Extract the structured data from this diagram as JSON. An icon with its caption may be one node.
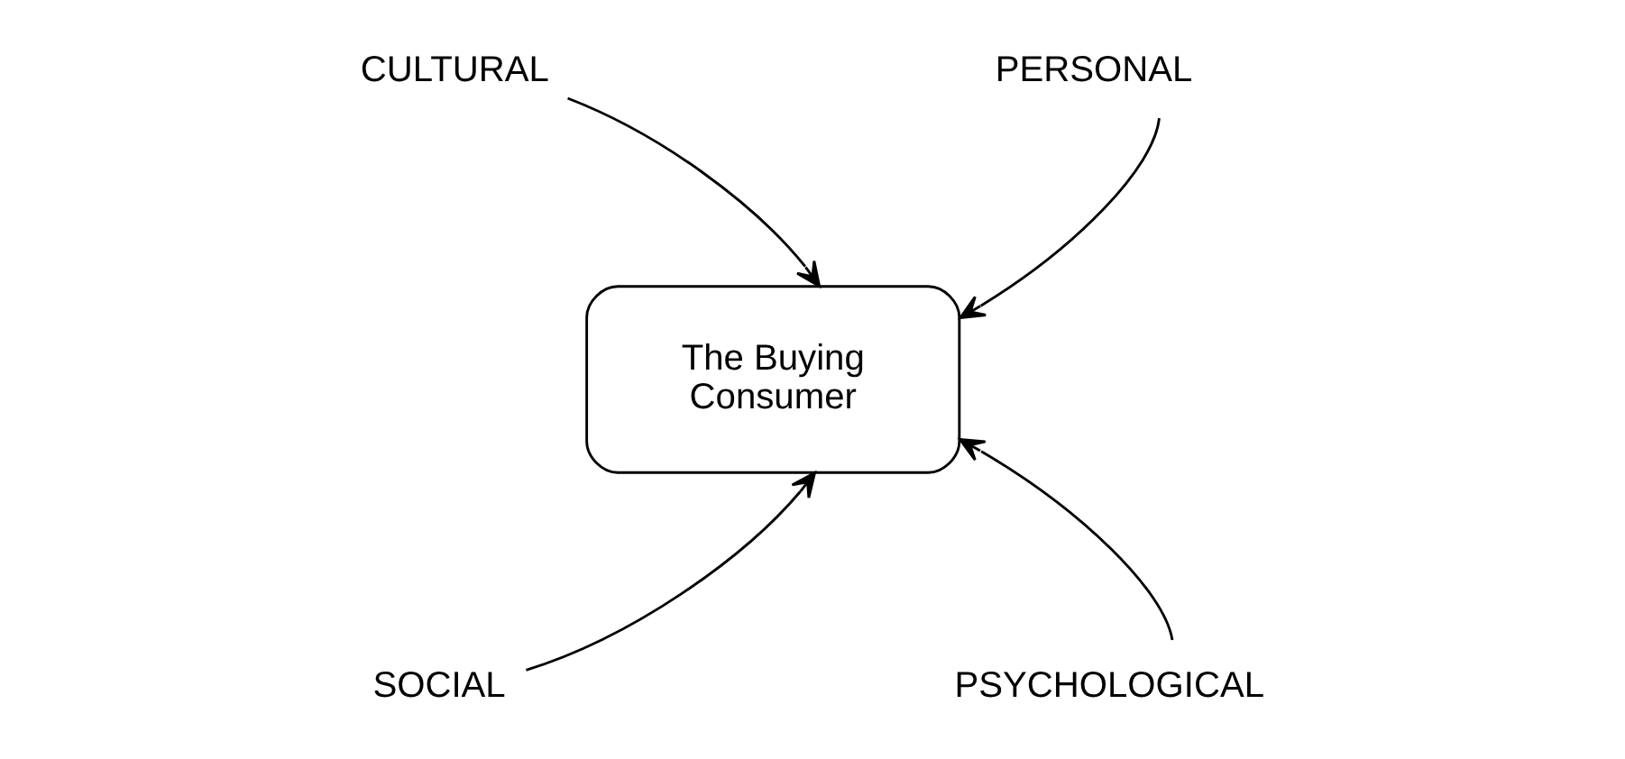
{
  "diagram": {
    "nodes": [
      {
        "text": [
          "CULTURAL"
        ]
      },
      {
        "text": [
          "PERSONAL"
        ]
      },
      {
        "text": [
          "The Buying Consumer"
        ]
      },
      {
        "text": [
          "SOCIAL"
        ]
      },
      {
        "text": [
          "PSYCHOLOGICAL"
        ]
      }
    ],
    "edges": [
      {
        "from": 0,
        "to": 2,
        "arrow": "to"
      },
      {
        "from": 1,
        "to": 2,
        "arrow": "to"
      },
      {
        "from": 3,
        "to": 2,
        "arrow": "to"
      },
      {
        "from": 4,
        "to": 2,
        "arrow": "to"
      }
    ]
  }
}
